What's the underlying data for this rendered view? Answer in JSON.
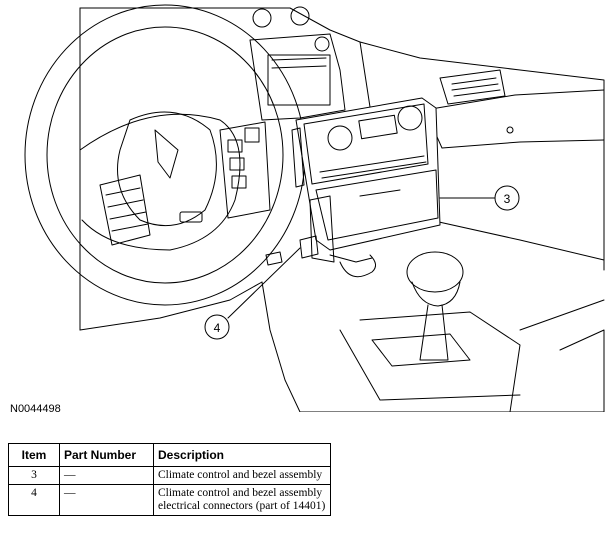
{
  "figure": {
    "id": "N0044498",
    "callouts": [
      "3",
      "4"
    ]
  },
  "table": {
    "headers": [
      "Item",
      "Part Number",
      "Description"
    ],
    "rows": [
      {
        "item": "3",
        "part": "—",
        "desc": "Climate control and bezel assembly"
      },
      {
        "item": "4",
        "part": "—",
        "desc": "Climate control and bezel assembly electrical connectors (part of 14401)"
      }
    ]
  },
  "colors": {
    "line": "#000000",
    "background": "#ffffff"
  }
}
